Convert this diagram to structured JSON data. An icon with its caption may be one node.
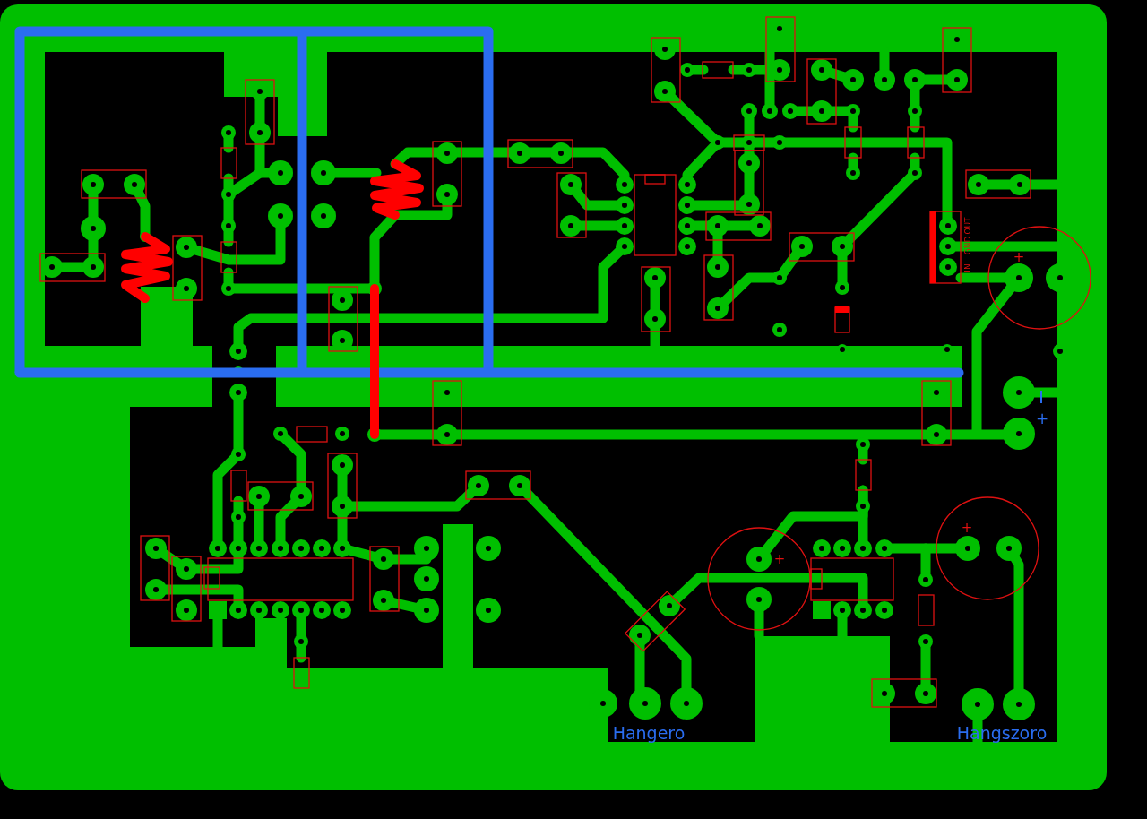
{
  "diagram": {
    "labels": [
      "IN",
      "GND",
      "OUT",
      "+",
      "+",
      "+",
      "+",
      "Hangero",
      "Hangszoro"
    ]
  }
}
